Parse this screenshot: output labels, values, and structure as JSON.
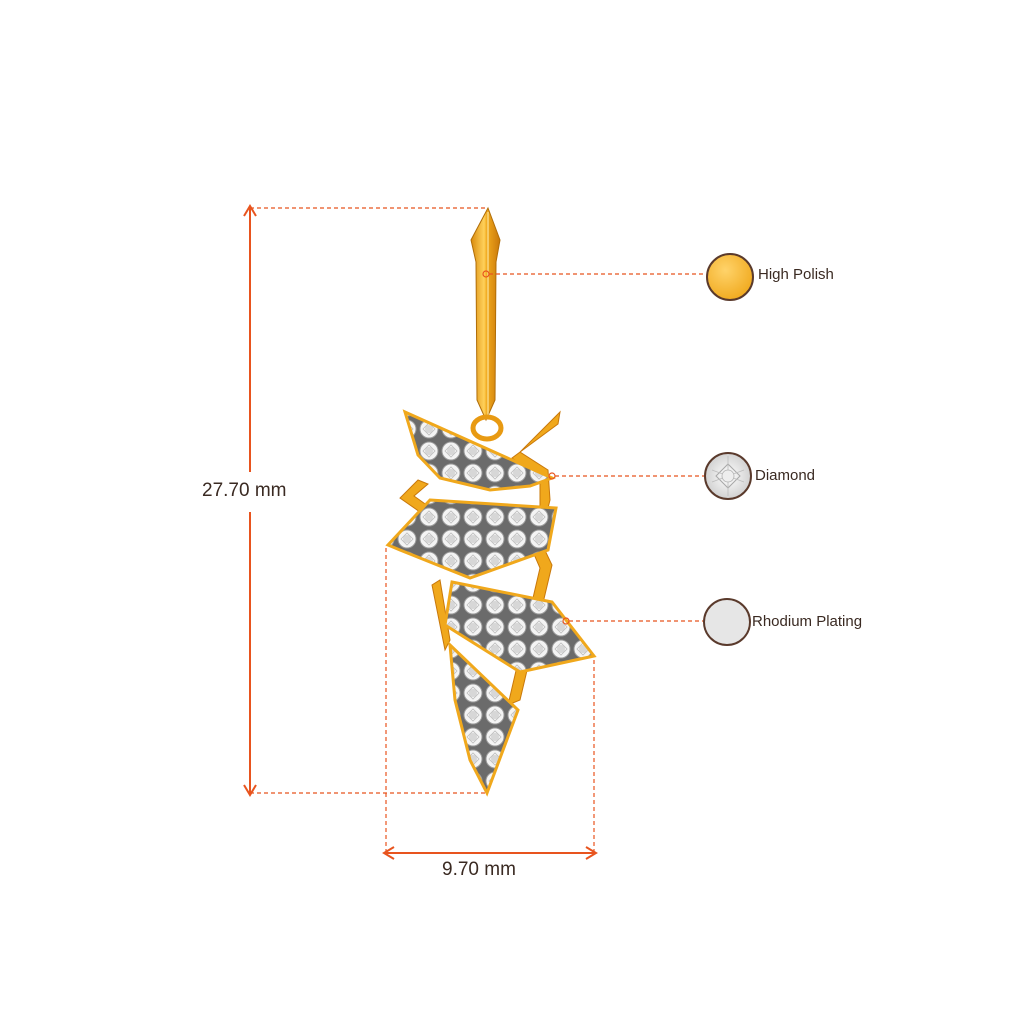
{
  "dimensions": {
    "height_label": "27.70 mm",
    "width_label": "9.70 mm"
  },
  "legend": [
    {
      "label": "High Polish",
      "swatch": "gold-swatch"
    },
    {
      "label": "Diamond",
      "swatch": "diamond-swatch"
    },
    {
      "label": "Rhodium Plating",
      "swatch": "rhodium-swatch"
    }
  ],
  "colors": {
    "dimension_line": "#e8541e",
    "leader_line": "#e8541e",
    "gold": "#f0a81c",
    "gold_dark": "#d98a0c",
    "gold_light": "#ffd15a",
    "rhodium": "#e6e6e6",
    "swatch_border": "#5a3a2c",
    "text": "#3a2a22"
  }
}
